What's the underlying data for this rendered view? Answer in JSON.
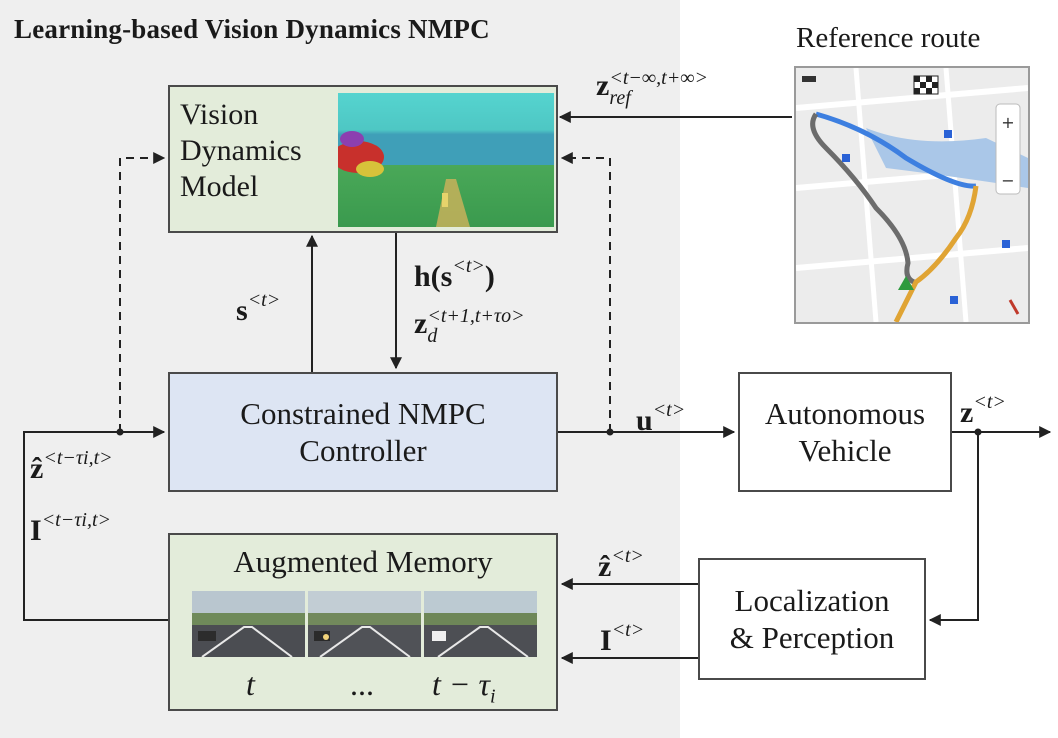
{
  "title": "Learning-based Vision Dynamics NMPC",
  "reference_route": {
    "label": "Reference route",
    "icon": "map-route-icon"
  },
  "blocks": {
    "vision_dynamics_model": {
      "lines": [
        "Vision",
        "Dynamics",
        "Model"
      ]
    },
    "nmpc": {
      "lines": [
        "Constrained NMPC",
        "Controller"
      ]
    },
    "autonomous_vehicle": {
      "lines": [
        "Autonomous",
        "Vehicle"
      ]
    },
    "localization": {
      "lines": [
        "Localization",
        "& Perception"
      ]
    },
    "augmented_memory": {
      "title": "Augmented Memory",
      "labels": [
        "t",
        "...",
        "t − τ"
      ],
      "label_sub": "i"
    }
  },
  "signals": {
    "z_ref": {
      "base": "z",
      "sub": "ref",
      "sup": "<t−∞,t+∞>"
    },
    "h_s": {
      "base": "h(s",
      "sup": "<t>",
      "tail": ")"
    },
    "z_d": {
      "base": "z",
      "sub": "d",
      "sup": "<t+1,t+τo>"
    },
    "s": {
      "base": "s",
      "sup": "<t>"
    },
    "u": {
      "base": "u",
      "sup": "<t>"
    },
    "z": {
      "base": "z",
      "sup": "<t>"
    },
    "z_hat_loc": {
      "base": "ẑ",
      "sup": "<t>"
    },
    "I_loc": {
      "base": "I",
      "sup": "<t>"
    },
    "z_hat_hist": {
      "base": "ẑ",
      "sup": "<t−τi,t>"
    },
    "I_hist": {
      "base": "I",
      "sup": "<t−τi,t>"
    }
  }
}
